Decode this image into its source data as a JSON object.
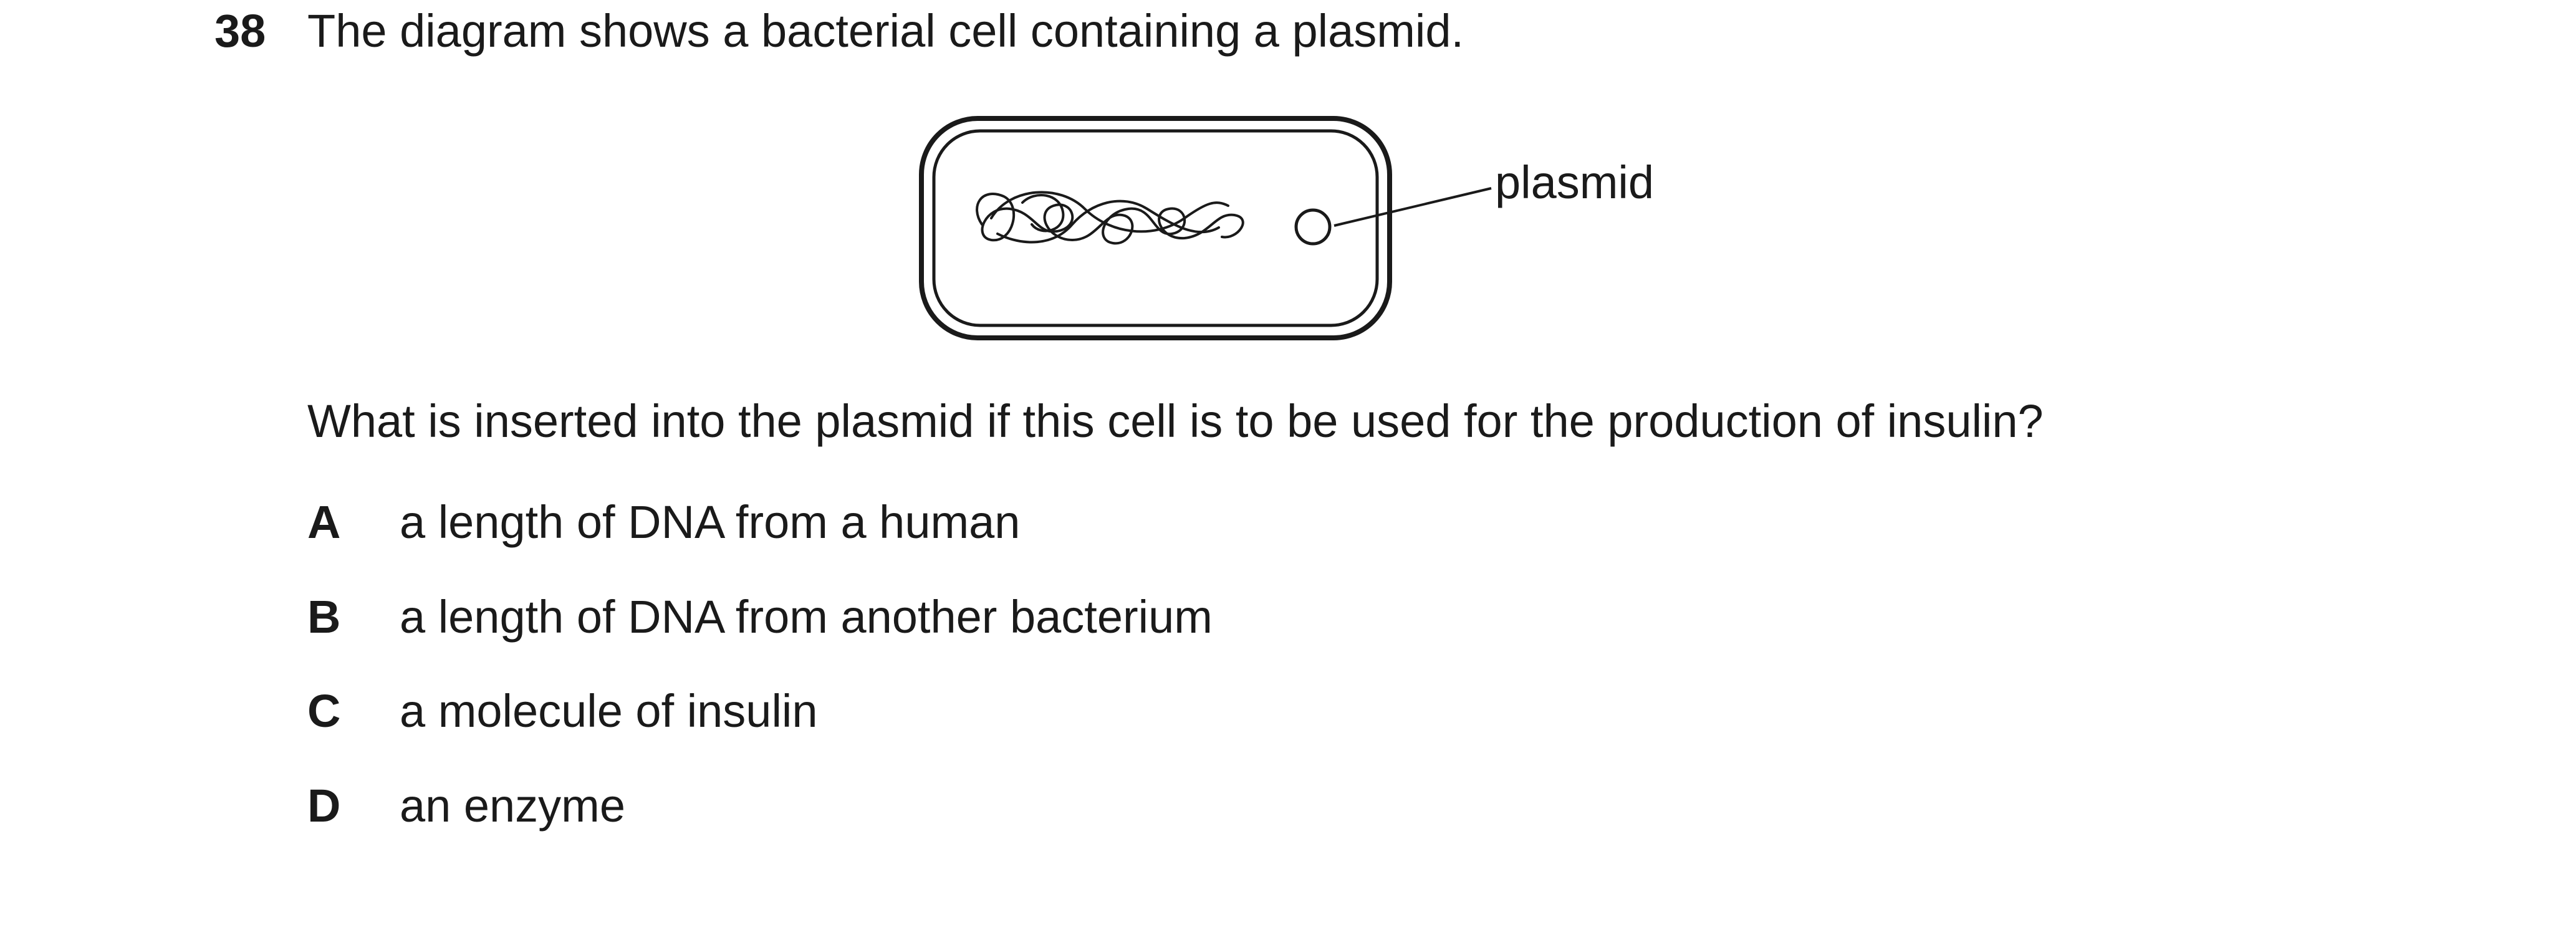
{
  "question": {
    "number": "38",
    "stem": "The diagram shows a bacterial cell containing a plasmid.",
    "prompt": "What is inserted into the plasmid if this cell is to be used for the production of insulin?"
  },
  "diagram": {
    "label_plasmid": "plasmid"
  },
  "options": [
    {
      "letter": "A",
      "text": "a length of DNA from a human"
    },
    {
      "letter": "B",
      "text": "a length of DNA from another bacterium"
    },
    {
      "letter": "C",
      "text": "a molecule of insulin"
    },
    {
      "letter": "D",
      "text": "an enzyme"
    }
  ]
}
